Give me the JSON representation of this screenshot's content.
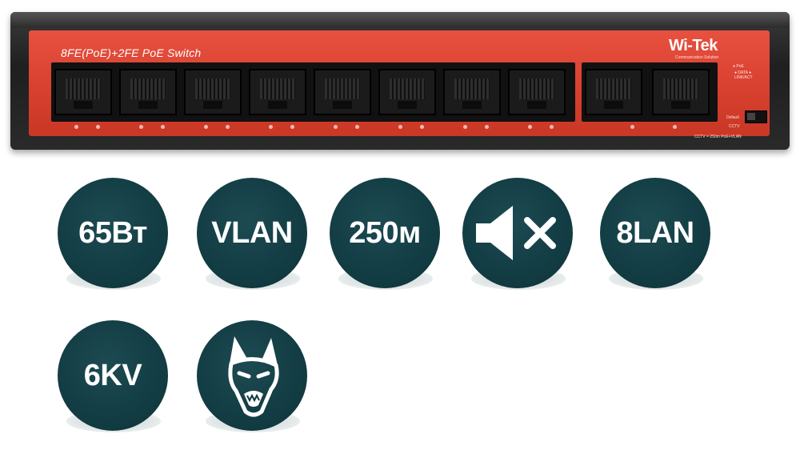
{
  "switch": {
    "model_label": "8FE(PoE)+2FE PoE Switch",
    "brand": "Wi-Tek",
    "brand_tagline": "Communication Solution",
    "led_legend_1": "● PoE",
    "led_legend_2": "● DATA  ● LINK/ACT",
    "dip_default_label": "Default",
    "dip_cctv_label": "CCTV",
    "mode_note": "CCTV = 250m PoE+VLAN",
    "lan_ports": 8,
    "uplink_ports": 2,
    "panel_color": "#d9432f"
  },
  "badges": [
    {
      "label": "65Вт"
    },
    {
      "label": "VLAN"
    },
    {
      "label": "250м"
    },
    {
      "label": "",
      "icon": "mute-speaker-icon"
    },
    {
      "label": "8LAN"
    },
    {
      "label": "6KV"
    },
    {
      "label": "",
      "icon": "guard-dog-icon"
    }
  ],
  "colors": {
    "badge": "#123b42",
    "badge_text": "#ffffff"
  }
}
